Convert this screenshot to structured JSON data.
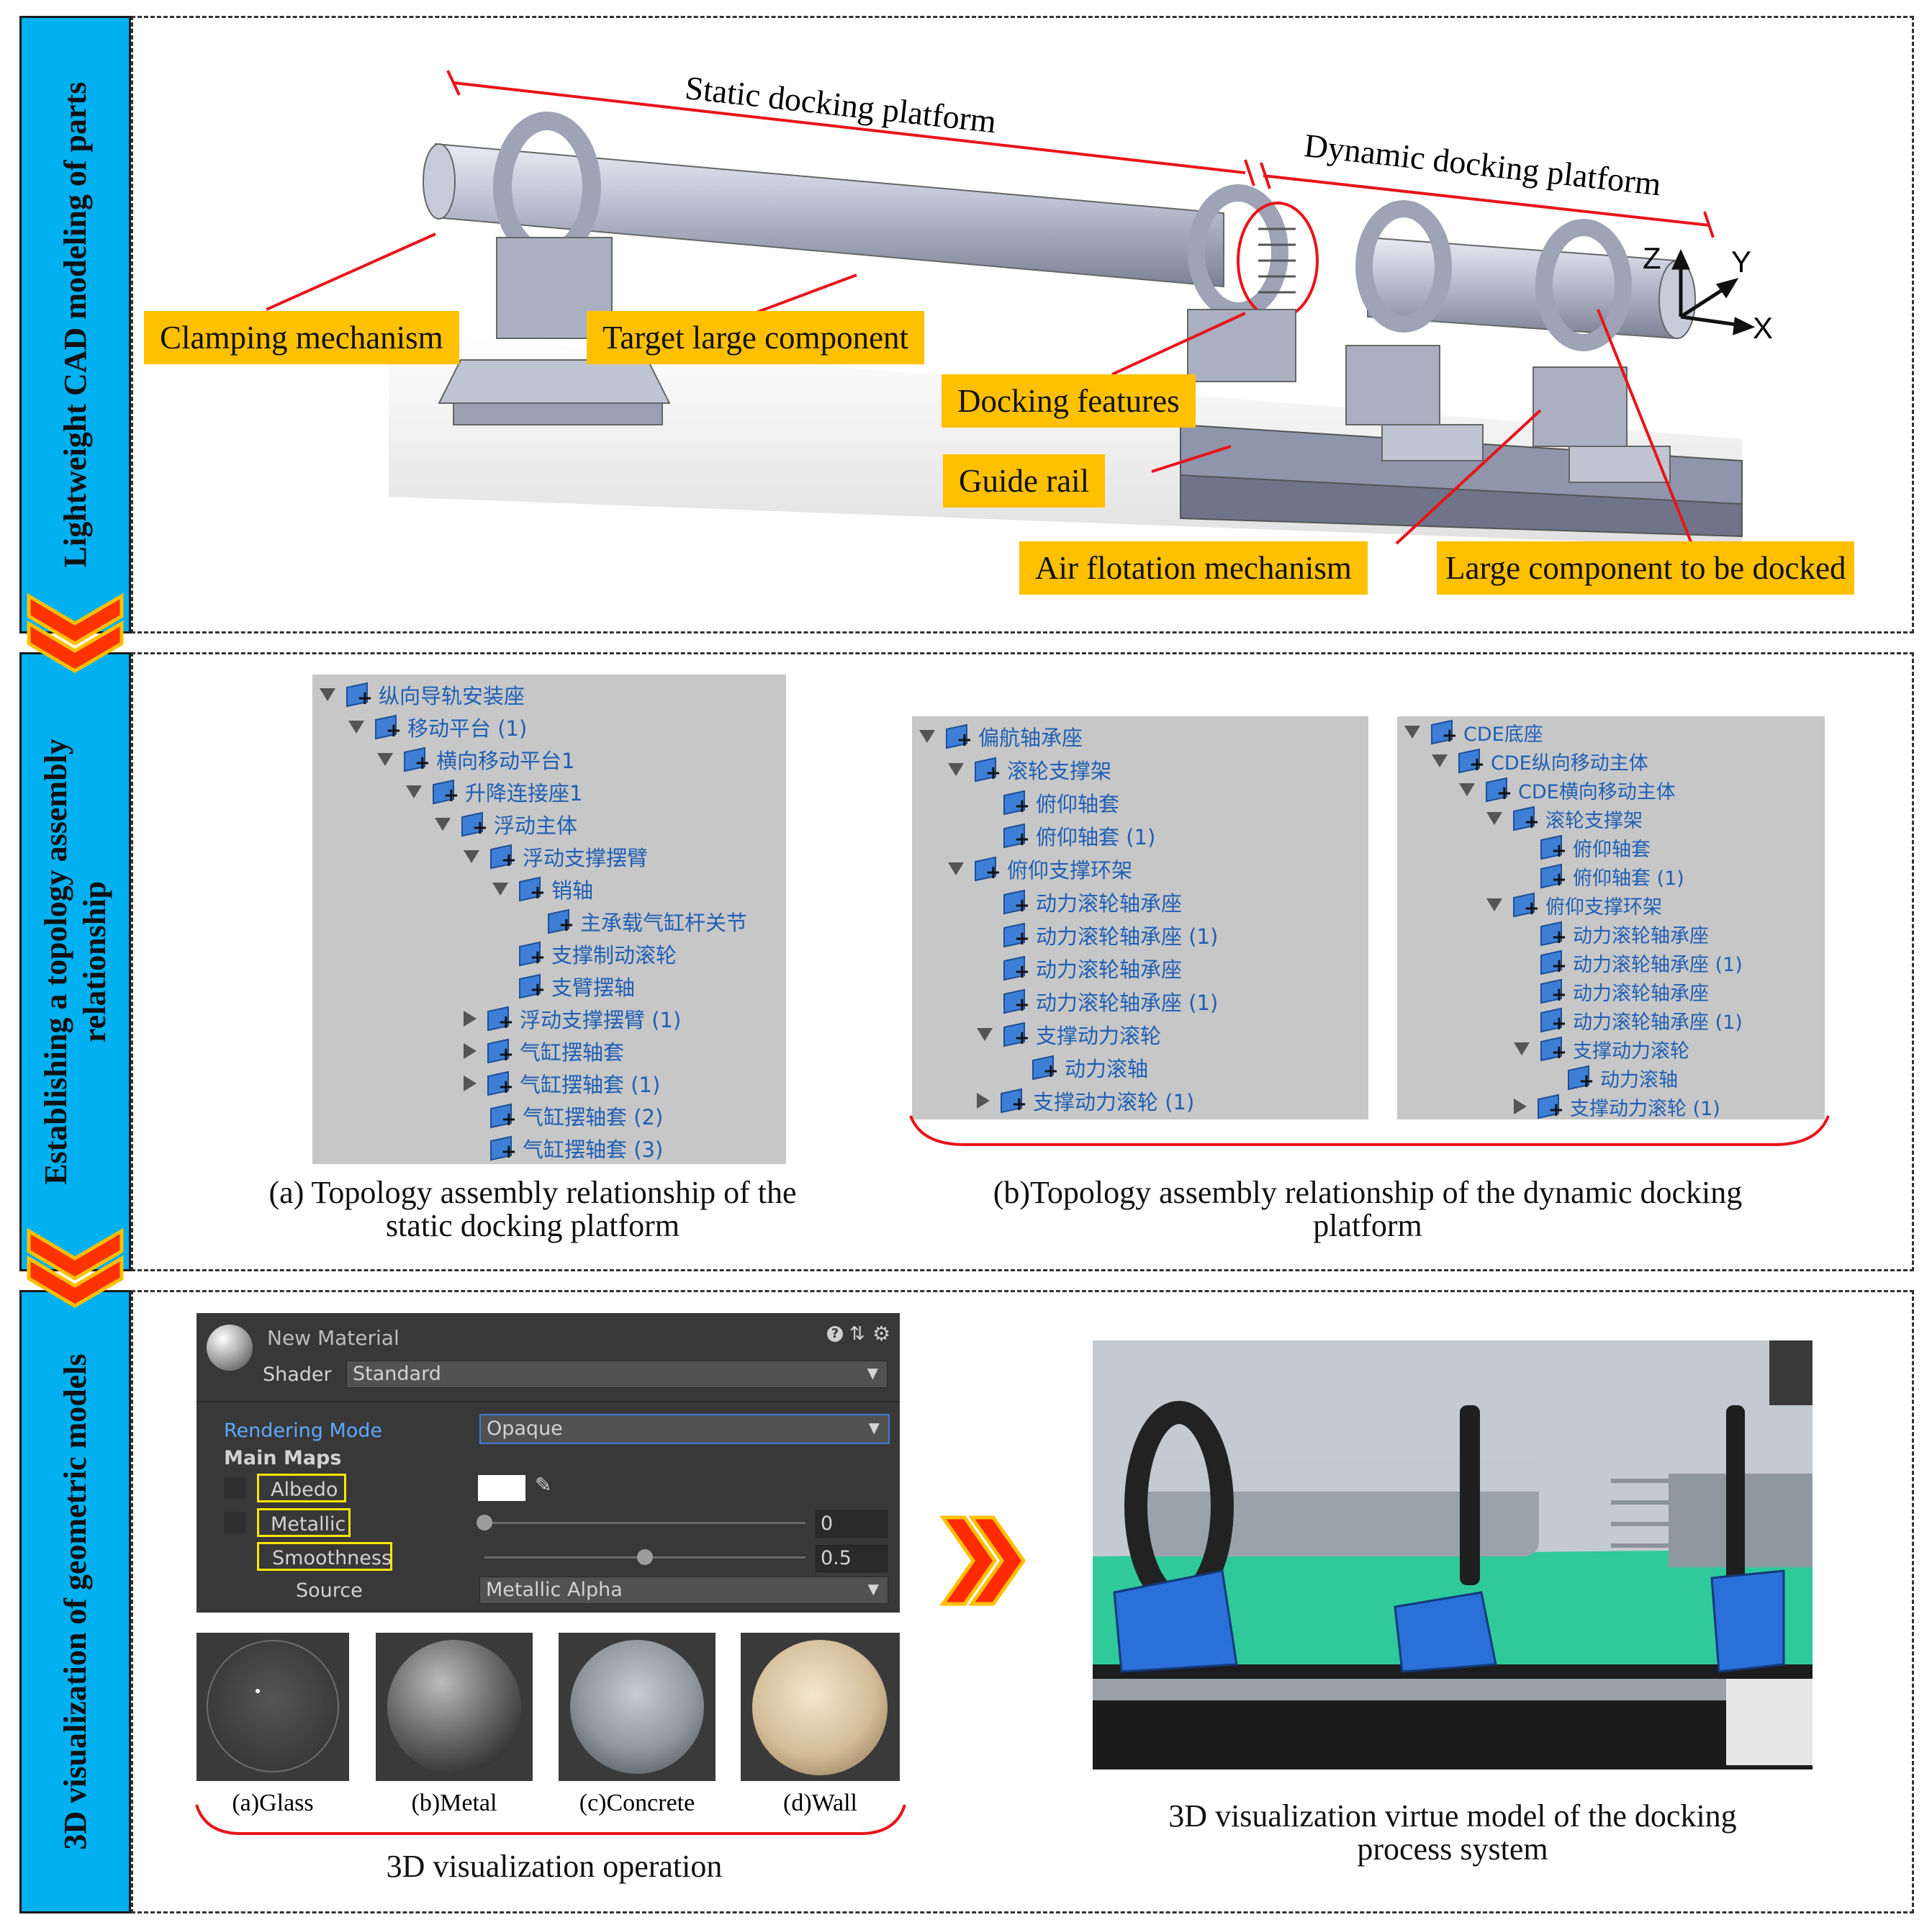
{
  "sections": [
    {
      "label": "Lightweight CAD modeling of parts"
    },
    {
      "label_line1": "Establishing a topology assembly",
      "label_line2": "relationship"
    },
    {
      "label": "3D visualization of geometric models"
    }
  ],
  "cad": {
    "static_platform": "Static docking platform",
    "dynamic_platform": "Dynamic docking platform",
    "axis_z": "Z",
    "axis_y": "Y",
    "axis_x": "X",
    "labels": {
      "clamping": "Clamping mechanism",
      "target": "Target large component",
      "docking": "Docking features",
      "guide": "Guide rail",
      "air": "Air flotation mechanism",
      "large": "Large component to be docked"
    }
  },
  "topology": {
    "static_tree": [
      {
        "text": "纵向导轨安装座",
        "level": 0,
        "arrow": "down"
      },
      {
        "text": "移动平台 (1)",
        "level": 1,
        "arrow": "down"
      },
      {
        "text": "横向移动平台1",
        "level": 2,
        "arrow": "down"
      },
      {
        "text": "升降连接座1",
        "level": 3,
        "arrow": "down"
      },
      {
        "text": "浮动主体",
        "level": 4,
        "arrow": "down"
      },
      {
        "text": "浮动支撑摆臂",
        "level": 5,
        "arrow": "down"
      },
      {
        "text": "销轴",
        "level": 6,
        "arrow": "down"
      },
      {
        "text": "主承载气缸杆关节",
        "level": 7,
        "arrow": "none"
      },
      {
        "text": "支撑制动滚轮",
        "level": 6,
        "arrow": "none"
      },
      {
        "text": "支臂摆轴",
        "level": 6,
        "arrow": "none"
      },
      {
        "text": "浮动支撑摆臂 (1)",
        "level": 5,
        "arrow": "right"
      },
      {
        "text": "气缸摆轴套",
        "level": 5,
        "arrow": "right"
      },
      {
        "text": "气缸摆轴套 (1)",
        "level": 5,
        "arrow": "right"
      },
      {
        "text": "气缸摆轴套 (2)",
        "level": 5,
        "arrow": "none"
      },
      {
        "text": "气缸摆轴套 (3)",
        "level": 5,
        "arrow": "none"
      }
    ],
    "dynamic_tree_1": [
      {
        "text": "偏航轴承座",
        "level": 0,
        "arrow": "down"
      },
      {
        "text": "滚轮支撑架",
        "level": 1,
        "arrow": "down"
      },
      {
        "text": "俯仰轴套",
        "level": 2,
        "arrow": "none"
      },
      {
        "text": "俯仰轴套 (1)",
        "level": 2,
        "arrow": "none"
      },
      {
        "text": "俯仰支撑环架",
        "level": 1,
        "arrow": "down"
      },
      {
        "text": "动力滚轮轴承座",
        "level": 2,
        "arrow": "none"
      },
      {
        "text": "动力滚轮轴承座 (1)",
        "level": 2,
        "arrow": "none"
      },
      {
        "text": "动力滚轮轴承座",
        "level": 2,
        "arrow": "none"
      },
      {
        "text": "动力滚轮轴承座 (1)",
        "level": 2,
        "arrow": "none"
      },
      {
        "text": "支撑动力滚轮",
        "level": 2,
        "arrow": "down"
      },
      {
        "text": "动力滚轴",
        "level": 3,
        "arrow": "none"
      },
      {
        "text": "支撑动力滚轮 (1)",
        "level": 2,
        "arrow": "right"
      }
    ],
    "dynamic_tree_2": [
      {
        "text": "CDE底座",
        "level": 0,
        "arrow": "down"
      },
      {
        "text": "CDE纵向移动主体",
        "level": 1,
        "arrow": "down"
      },
      {
        "text": "CDE横向移动主体",
        "level": 2,
        "arrow": "down"
      },
      {
        "text": "滚轮支撑架",
        "level": 3,
        "arrow": "down"
      },
      {
        "text": "俯仰轴套",
        "level": 4,
        "arrow": "none"
      },
      {
        "text": "俯仰轴套 (1)",
        "level": 4,
        "arrow": "none"
      },
      {
        "text": "俯仰支撑环架",
        "level": 3,
        "arrow": "down"
      },
      {
        "text": "动力滚轮轴承座",
        "level": 4,
        "arrow": "none"
      },
      {
        "text": "动力滚轮轴承座 (1)",
        "level": 4,
        "arrow": "none"
      },
      {
        "text": "动力滚轮轴承座",
        "level": 4,
        "arrow": "none"
      },
      {
        "text": "动力滚轮轴承座 (1)",
        "level": 4,
        "arrow": "none"
      },
      {
        "text": "支撑动力滚轮",
        "level": 4,
        "arrow": "down"
      },
      {
        "text": "动力滚轴",
        "level": 5,
        "arrow": "none"
      },
      {
        "text": "支撑动力滚轮 (1)",
        "level": 4,
        "arrow": "right"
      }
    ],
    "caption_a_line1": "(a) Topology assembly relationship of the",
    "caption_a_line2": "static docking platform",
    "caption_b_line1": "(b)Topology assembly relationship of the dynamic docking",
    "caption_b_line2": "platform"
  },
  "material": {
    "name": "New Material",
    "shader_label": "Shader",
    "shader_value": "Standard",
    "rendering_mode_label": "Rendering Mode",
    "rendering_mode_value": "Opaque",
    "main_maps": "Main Maps",
    "albedo": "Albedo",
    "metallic": "Metallic",
    "metallic_value": "0",
    "metallic_level": 0,
    "smoothness": "Smoothness",
    "smoothness_value": "0.5",
    "smoothness_level": 0.5,
    "source_label": "Source",
    "source_value": "Metallic Alpha"
  },
  "spheres": [
    {
      "label": "(a)Glass"
    },
    {
      "label": "(b)Metal"
    },
    {
      "label": "(c)Concrete"
    },
    {
      "label": "(d)Wall"
    }
  ],
  "viz": {
    "operation_caption": "3D visualization operation",
    "model_caption_line1": "3D visualization virtue model of the docking",
    "model_caption_line2": "process system"
  },
  "colors": {
    "stripe": "#00b0f0",
    "tag": "#ffc000",
    "red": "#e8141a",
    "chevron": "#ff2a00"
  }
}
